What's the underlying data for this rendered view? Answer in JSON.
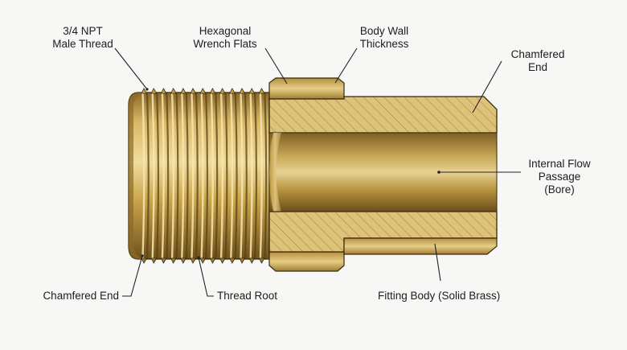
{
  "colors": {
    "background": "#f7f7f6",
    "brass_light": "#e8d08a",
    "brass_mid": "#c9a44c",
    "brass_dark": "#7a5a1e",
    "section_fill": "#ddc27a",
    "hatch": "#a98a3e",
    "outline": "#3a2a0c",
    "leader": "#222222"
  },
  "labels": {
    "male_thread": [
      "3/4 NPT",
      "Male Thread"
    ],
    "wrench_flats": [
      "Hexagonal",
      "Wrench Flats"
    ],
    "body_wall": [
      "Body Wall",
      "Thickness"
    ],
    "chamfered_end_right": [
      "Chamfered",
      "End"
    ],
    "flow_passage": [
      "Internal Flow",
      "Passage",
      "(Bore)"
    ],
    "chamfered_end_left": "Chamfered End",
    "thread_root": "Thread Root",
    "fitting_body": "Fitting Body (Solid Brass)"
  }
}
